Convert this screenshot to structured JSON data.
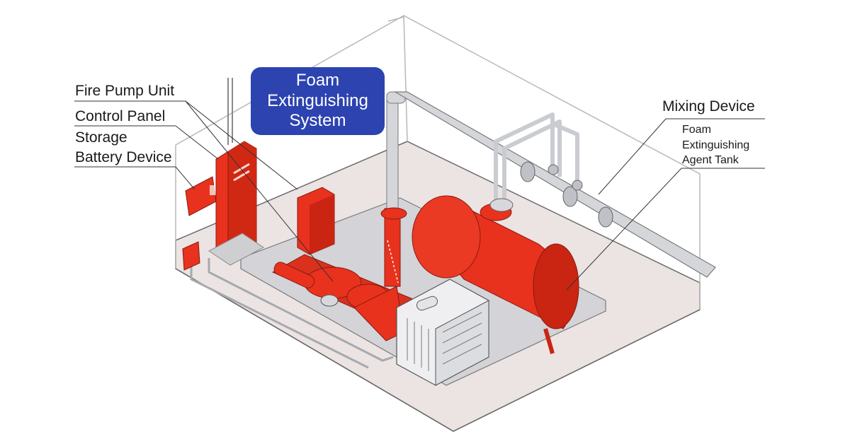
{
  "title": {
    "line1": "Foam",
    "line2": "Extinguishing",
    "line3": "System"
  },
  "labels": {
    "fire_pump_unit": "Fire Pump Unit",
    "control_panel": "Control Panel",
    "storage_battery_line1": "Storage",
    "storage_battery_line2": "Battery Device",
    "mixing_device": "Mixing Device",
    "tank_line1": "Foam",
    "tank_line2": "Extinguishing",
    "tank_line3": "Agent Tank"
  },
  "colors": {
    "title_background": "#2c43b0",
    "equipment_red": "#e8321e",
    "floor": "#ece3e3",
    "pipe": "#c9ccd1"
  }
}
